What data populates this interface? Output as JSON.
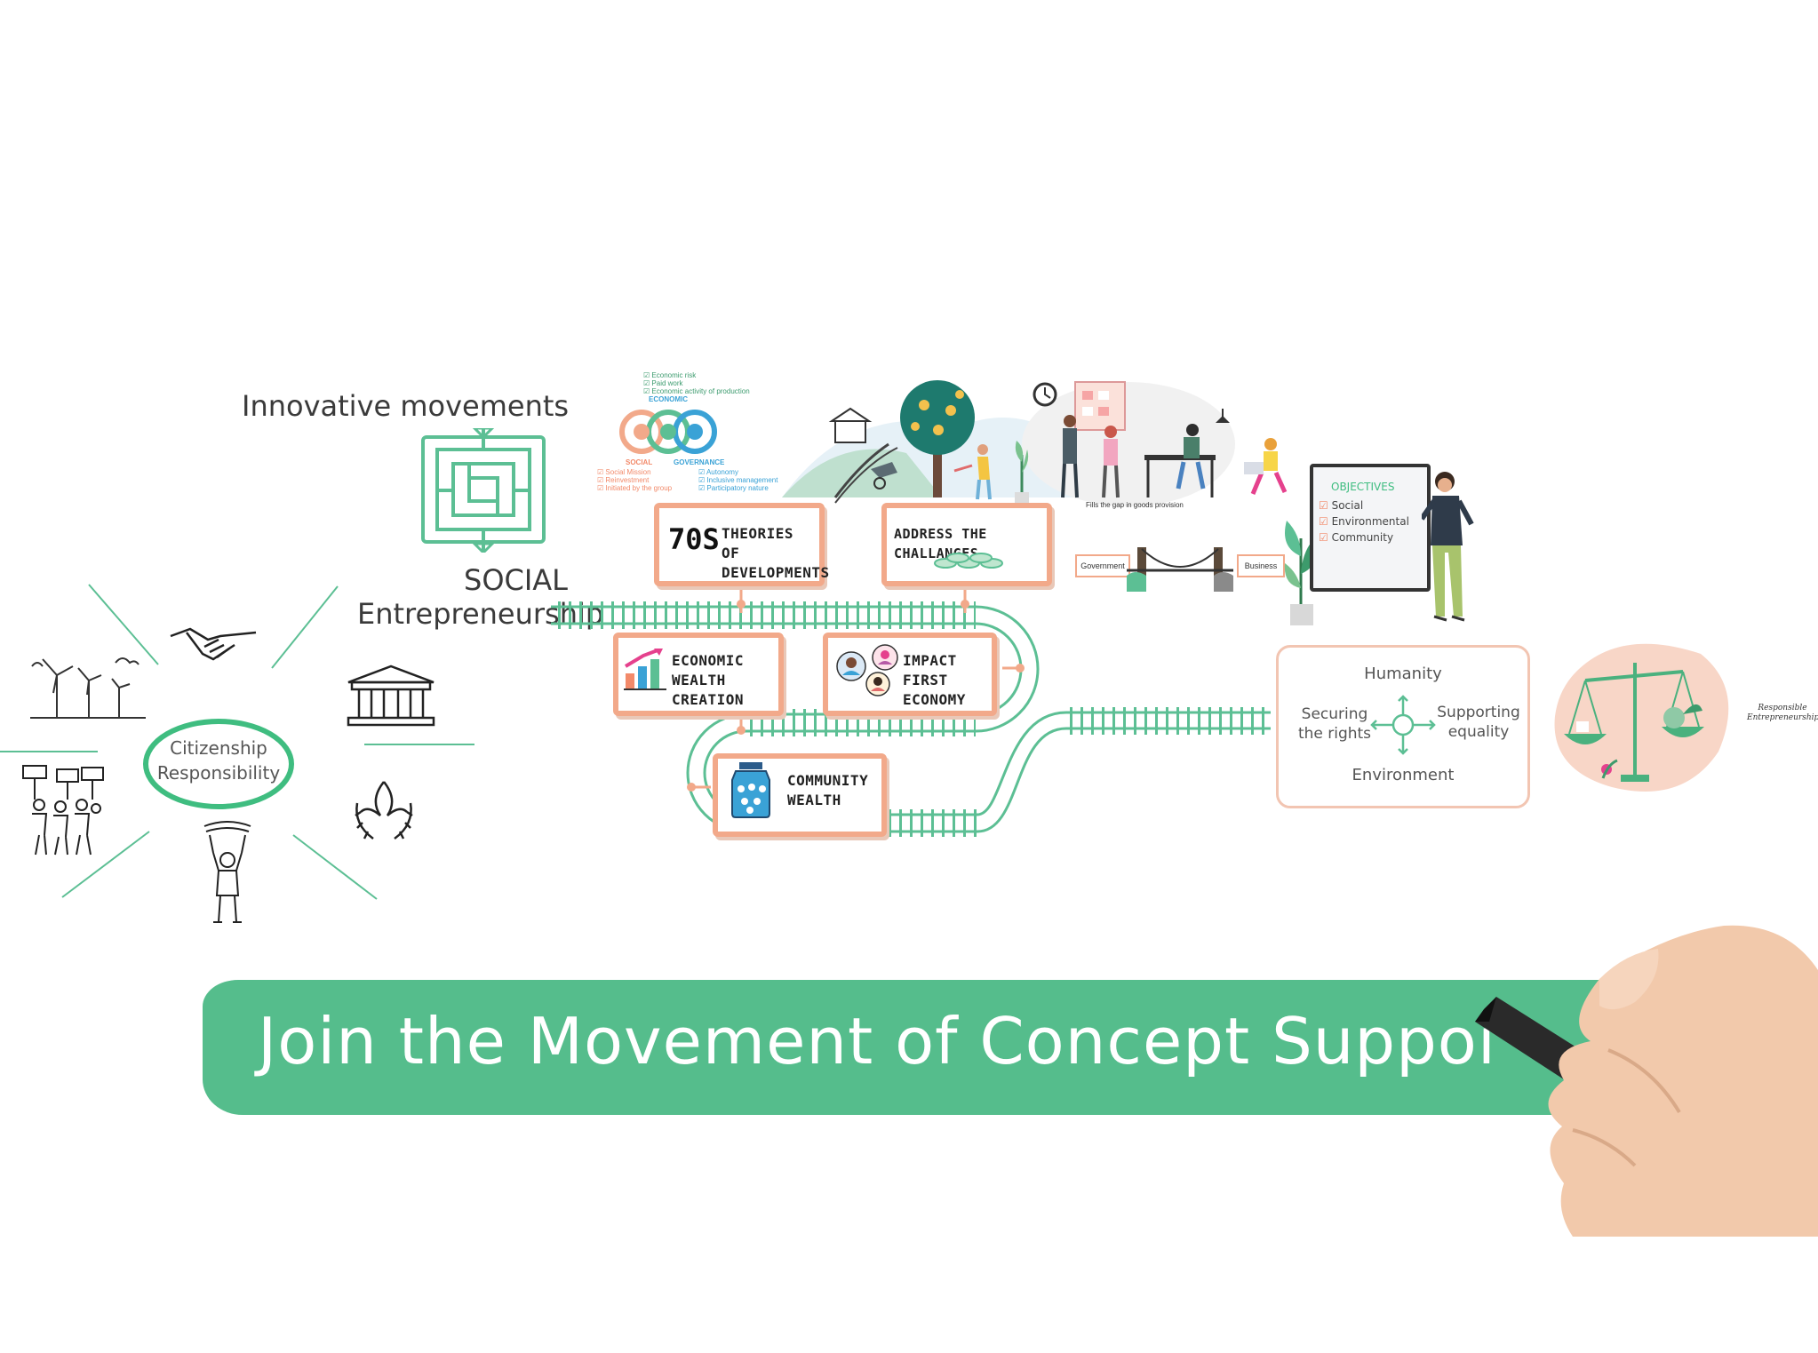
{
  "left_section": {
    "innovative_movements": "Innovative movements",
    "social": "SOCIAL",
    "entrepreneurship": "Entrepreneurship",
    "citizenship": "Citizenship",
    "responsibility": "Responsibility"
  },
  "ese_diagram": {
    "economic_checklist": [
      "Economic risk",
      "Paid work",
      "Economic activity of production"
    ],
    "economic": "ECONOMIC",
    "social": "SOCIAL",
    "governance": "GOVERNANCE",
    "social_checklist": [
      "Social Mission",
      "Reinvestment",
      "Initiated by the group"
    ],
    "governance_checklist": [
      "Autonomy",
      "Inclusive management",
      "Participatory nature"
    ]
  },
  "timeline": {
    "box1_big": "70S",
    "box1_small": "THEORIES OF DEVELOPMENTS",
    "box2": "ADDRESS THE CHALLANGES",
    "box3": "ECONOMIC WEALTH CREATION",
    "box4": "IMPACT FIRST ECONOMY",
    "box5": "COMMUNITY WEALTH"
  },
  "illustration": {
    "caption": "Fills the gap in goods provision",
    "government": "Government",
    "business": "Business"
  },
  "objectives": {
    "title": "OBJECTIVES",
    "items": [
      "Social",
      "Environmental",
      "Community"
    ]
  },
  "pillars": {
    "top": "Humanity",
    "left_line1": "Securing",
    "left_line2": "the rights",
    "right_line1": "Supporting",
    "right_line2": "equality",
    "bottom": "Environment"
  },
  "responsible": {
    "line1": "Responsible",
    "line2": "Entrepreneurship"
  },
  "banner": {
    "text": "Join the Movement of Concept Suppoi"
  },
  "colors": {
    "green": "#55bd8c",
    "salmon": "#f2a98a",
    "track": "#5cbf94"
  }
}
